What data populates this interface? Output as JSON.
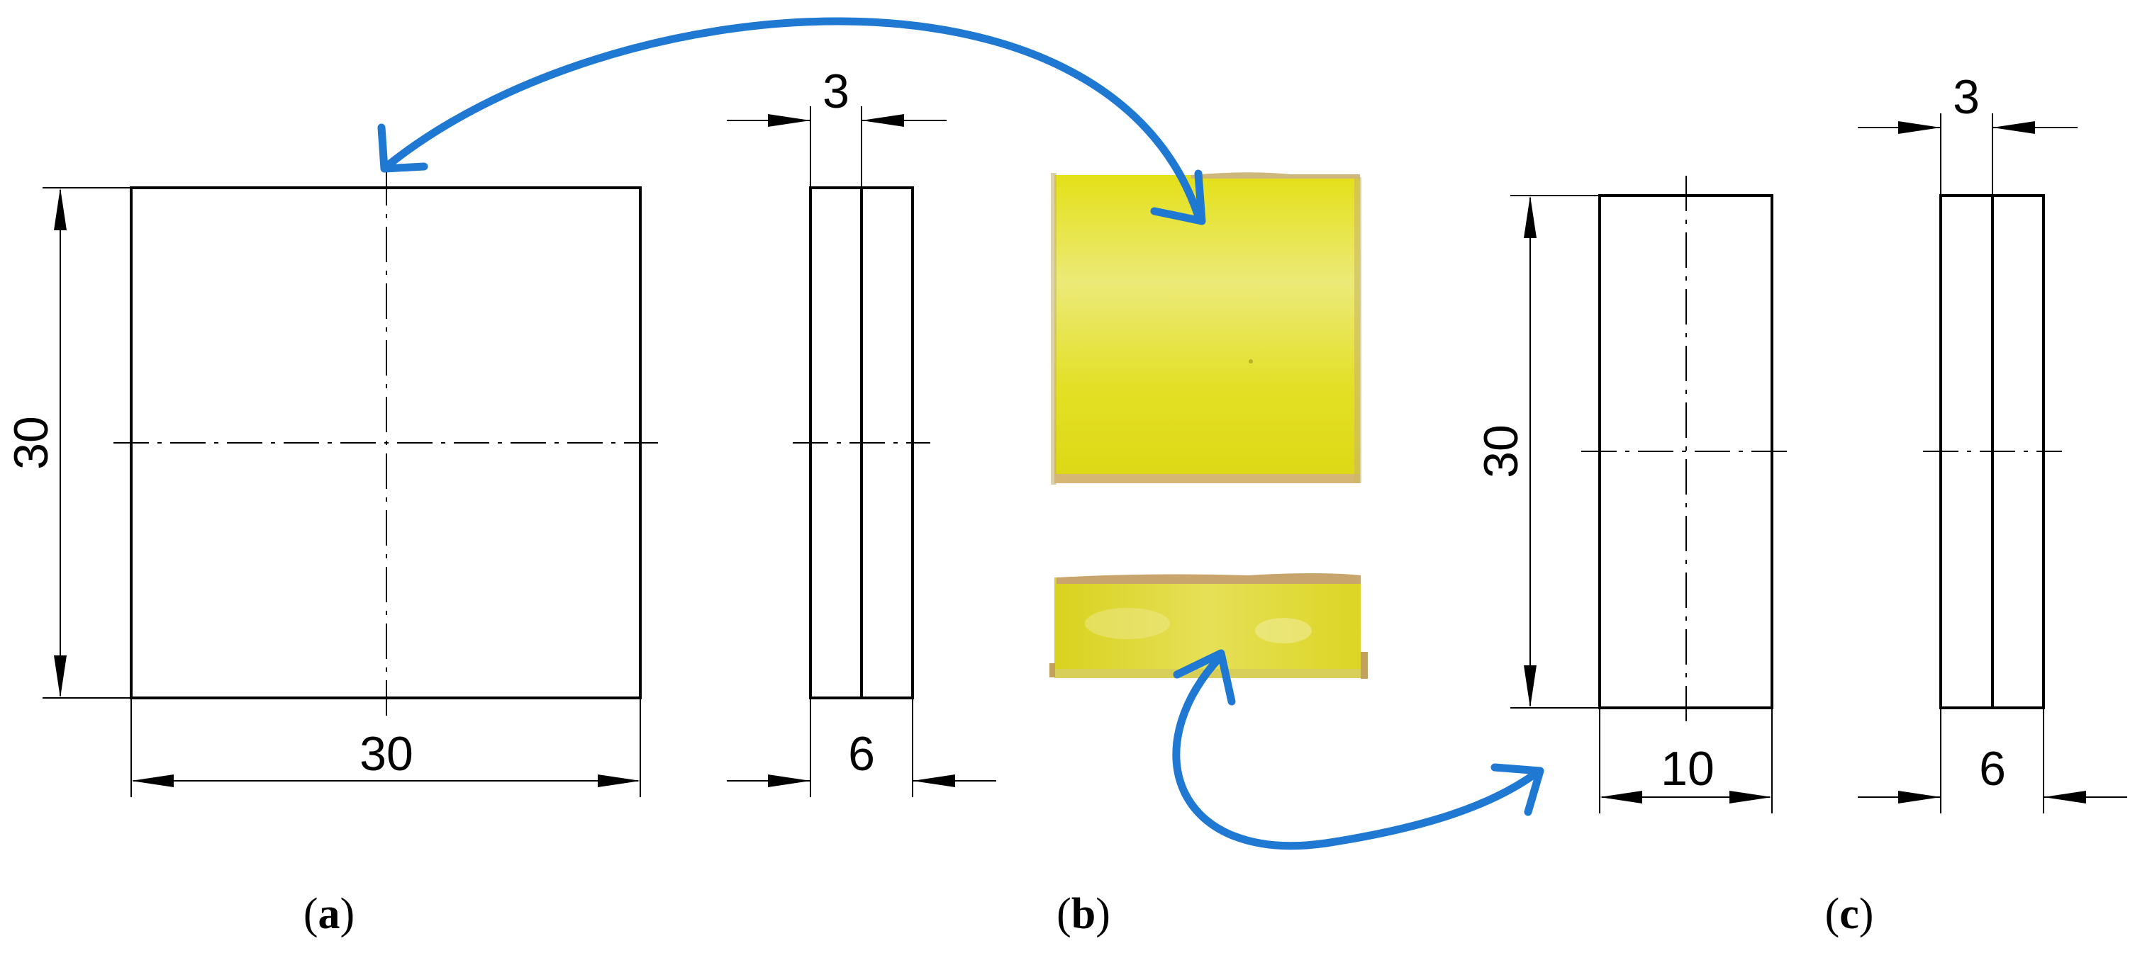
{
  "dimensions": {
    "a": {
      "height": "30",
      "width": "30"
    },
    "a_side": {
      "thickness_top": "3",
      "thickness_bottom": "6"
    },
    "c": {
      "height": "30",
      "width": "10"
    },
    "c_side": {
      "thickness_top": "3",
      "thickness_bottom": "6"
    }
  },
  "panel_labels": {
    "a": {
      "open": "(",
      "letter": "a",
      "close": ")"
    },
    "b": {
      "open": "(",
      "letter": "b",
      "close": ")"
    },
    "c": {
      "open": "(",
      "letter": "c",
      "close": ")"
    }
  },
  "colors": {
    "arrow": "#1f78d1",
    "specimen_yellow": "#e6e02a",
    "specimen_edge": "#c8a46a",
    "line": "#000000"
  }
}
